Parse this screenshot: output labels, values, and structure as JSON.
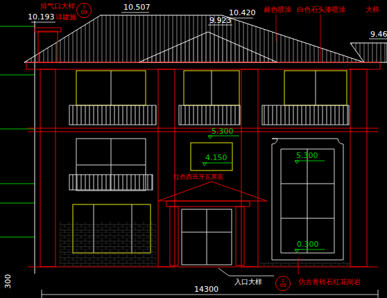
{
  "diagram": {
    "nodes": [
      {
        "text": [
          "7",
          "09"
        ]
      },
      {
        "text": [
          "1",
          "09"
        ]
      }
    ],
    "labels": [
      "10.193",
      "排气口大样",
      "详建施",
      "10.507",
      "9.923",
      "10.420",
      "赭色喷涂",
      "白色石头漆喷涂",
      "9.46",
      "大样",
      "5.300",
      "4.150",
      "红色西班牙瓦屋面",
      "5.300",
      "0.300",
      "入口大样",
      "仿古青砖石红花岗岩",
      "14300",
      "300"
    ]
  }
}
